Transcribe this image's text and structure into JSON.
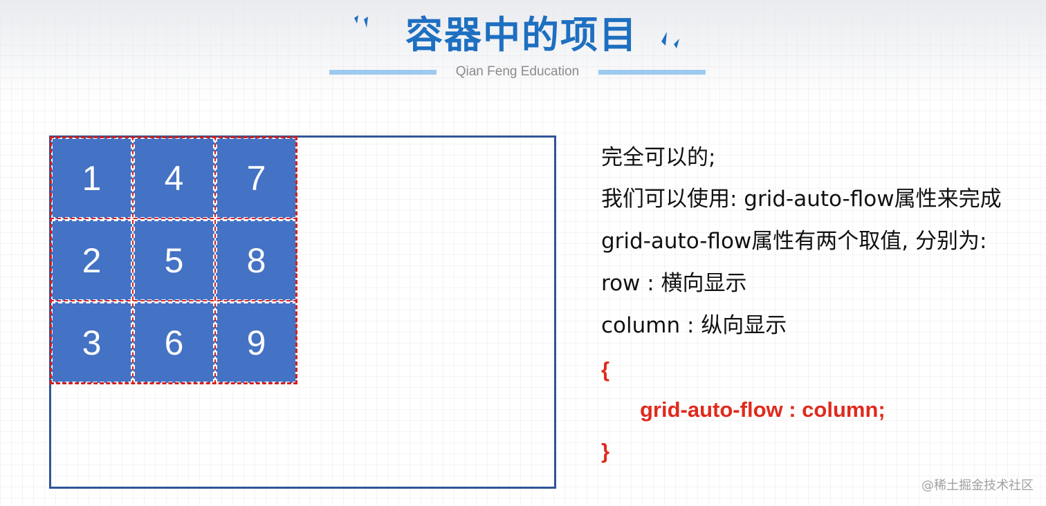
{
  "slide": {
    "title": "容器中的项目",
    "subtitle": "Qian Feng Education",
    "accent_color": "#1e6fc0",
    "line_color": "#9fcaf0"
  },
  "demo": {
    "cells": [
      "1",
      "2",
      "3",
      "4",
      "5",
      "6",
      "7",
      "8",
      "9"
    ],
    "cell_color": "#4472c4",
    "container_border_color": "#2f5597",
    "outline_color": "#d32020"
  },
  "content": {
    "lines": [
      "完全可以的;",
      "我们可以使用: grid-auto-flow属性来完成",
      "grid-auto-flow属性有两个取值, 分别为:",
      "row : 横向显示",
      "column : 纵向显示"
    ],
    "code": {
      "open": "{",
      "body": "grid-auto-flow : column;",
      "close": "}",
      "color": "#e02a1d"
    }
  },
  "watermark": "@稀土掘金技术社区"
}
